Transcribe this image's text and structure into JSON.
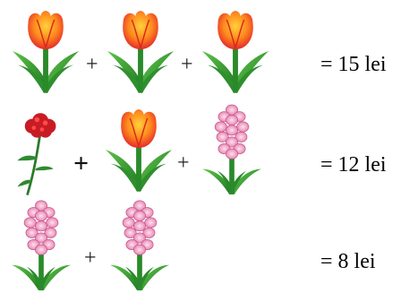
{
  "rows": [
    {
      "items": [
        "tulip-icon",
        "tulip-icon",
        "tulip-icon"
      ],
      "ops": [
        "+",
        "+"
      ],
      "result": "= 15 lei"
    },
    {
      "items": [
        "carnation-icon",
        "tulip-icon",
        "hyacinth-icon"
      ],
      "ops": [
        "+",
        "+"
      ],
      "result": "= 12 lei"
    },
    {
      "items": [
        "hyacinth-icon",
        "hyacinth-icon"
      ],
      "ops": [
        "+"
      ],
      "result": "= 8 lei"
    }
  ],
  "colors": {
    "tulip_petal": "#f2452a",
    "tulip_center": "#ffd23a",
    "leaf": "#2e9a2e",
    "carnation": "#d0202a",
    "hyacinth": "#f0a8c8"
  }
}
